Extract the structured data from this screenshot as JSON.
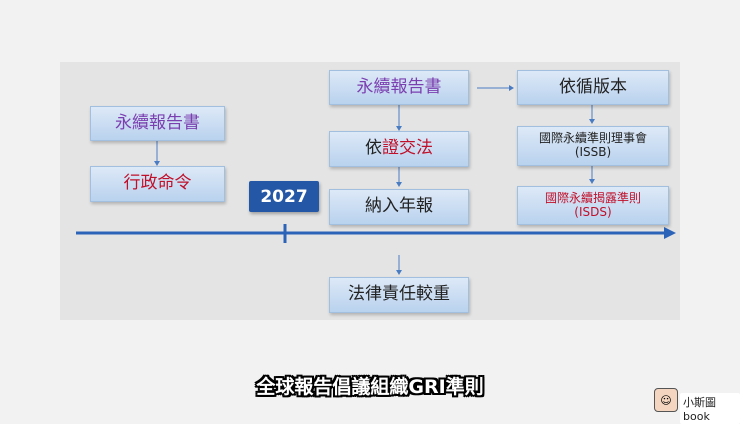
{
  "slide": {
    "left_box1": "永續報告書",
    "left_box2": "行政命令",
    "center_box1": "永續報告書",
    "center_box2_prefix": "依",
    "center_box2_highlight": "證交法",
    "center_box3": "納入年報",
    "bottom_box": "法律責任較重",
    "right_box1": "依循版本",
    "right_box2_line1": "國際永續準則理事會",
    "right_box2_line2": "(ISSB)",
    "right_box3_line1": "國際永續揭露準則",
    "right_box3_line2": "(ISDS)",
    "year": "2027"
  },
  "subtitle": "全球報告倡議組織GRI準則",
  "watermark": {
    "icon": "character-face-icon",
    "label": "小斯圖book"
  },
  "colors": {
    "purple_text": "#7b3fb0",
    "red_text": "#c0102a",
    "arrow_blue": "#2b63b8",
    "year_badge": "#2458a6"
  }
}
